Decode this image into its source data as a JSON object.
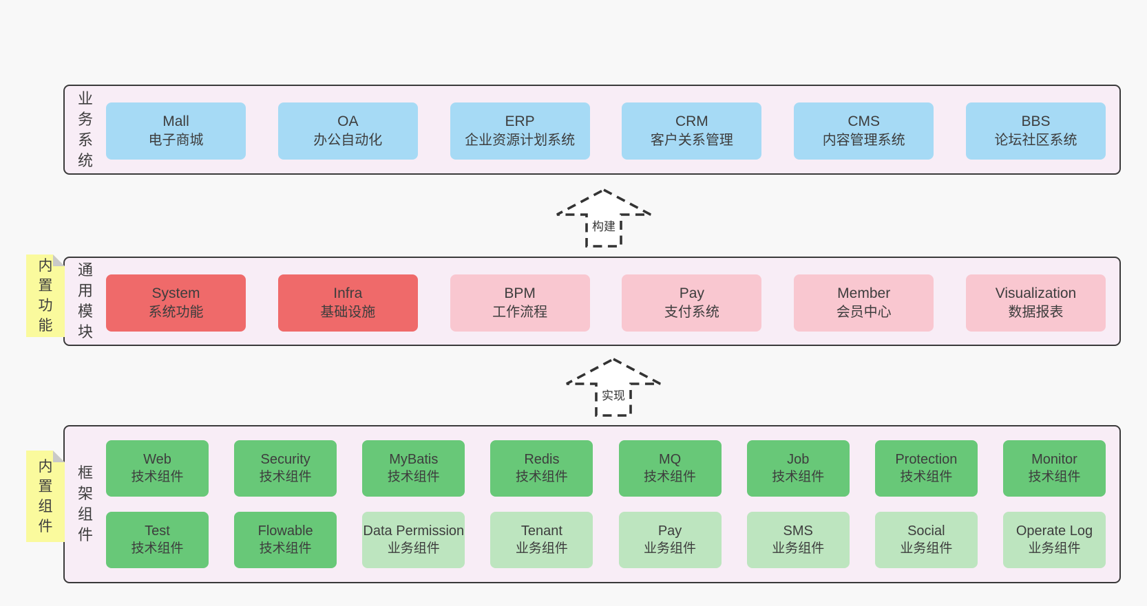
{
  "colors": {
    "page_bg": "#f8f8f8",
    "band_bg": "#f8edf6",
    "band_border": "#3a3a3a",
    "blue": "#a6daf5",
    "red": "#ef6a6a",
    "pink": "#f9c7d0",
    "green": "#68c878",
    "green_light": "#bde5bf",
    "note_bg": "#fafa9d",
    "note_fold": "#c9c9c9",
    "text": "#3d3d3d",
    "arrow": "#333333"
  },
  "arrows": {
    "build": "构建",
    "implement": "实现"
  },
  "sections": {
    "business": {
      "label": "业务系统",
      "boxes": [
        {
          "title": "Mall",
          "subtitle": "电子商城",
          "variant": "blue"
        },
        {
          "title": "OA",
          "subtitle": "办公自动化",
          "variant": "blue"
        },
        {
          "title": "ERP",
          "subtitle": "企业资源计划系统",
          "variant": "blue"
        },
        {
          "title": "CRM",
          "subtitle": "客户关系管理",
          "variant": "blue"
        },
        {
          "title": "CMS",
          "subtitle": "内容管理系统",
          "variant": "blue"
        },
        {
          "title": "BBS",
          "subtitle": "论坛社区系统",
          "variant": "blue"
        }
      ]
    },
    "modules": {
      "label": "通用模块",
      "note": "内置功能",
      "boxes": [
        {
          "title": "System",
          "subtitle": "系统功能",
          "variant": "red"
        },
        {
          "title": "Infra",
          "subtitle": "基础设施",
          "variant": "red"
        },
        {
          "title": "BPM",
          "subtitle": "工作流程",
          "variant": "pink"
        },
        {
          "title": "Pay",
          "subtitle": "支付系统",
          "variant": "pink"
        },
        {
          "title": "Member",
          "subtitle": "会员中心",
          "variant": "pink"
        },
        {
          "title": "Visualization",
          "subtitle": "数据报表",
          "variant": "pink"
        }
      ]
    },
    "components": {
      "label": "框架组件",
      "note": "内置组件",
      "rows": [
        [
          {
            "title": "Web",
            "subtitle": "技术组件",
            "variant": "green"
          },
          {
            "title": "Security",
            "subtitle": "技术组件",
            "variant": "green"
          },
          {
            "title": "MyBatis",
            "subtitle": "技术组件",
            "variant": "green"
          },
          {
            "title": "Redis",
            "subtitle": "技术组件",
            "variant": "green"
          },
          {
            "title": "MQ",
            "subtitle": "技术组件",
            "variant": "green"
          },
          {
            "title": "Job",
            "subtitle": "技术组件",
            "variant": "green"
          },
          {
            "title": "Protection",
            "subtitle": "技术组件",
            "variant": "green"
          },
          {
            "title": "Monitor",
            "subtitle": "技术组件",
            "variant": "green"
          }
        ],
        [
          {
            "title": "Test",
            "subtitle": "技术组件",
            "variant": "green"
          },
          {
            "title": "Flowable",
            "subtitle": "技术组件",
            "variant": "green"
          },
          {
            "title": "Data Permission",
            "subtitle": "业务组件",
            "variant": "green-light"
          },
          {
            "title": "Tenant",
            "subtitle": "业务组件",
            "variant": "green-light"
          },
          {
            "title": "Pay",
            "subtitle": "业务组件",
            "variant": "green-light"
          },
          {
            "title": "SMS",
            "subtitle": "业务组件",
            "variant": "green-light"
          },
          {
            "title": "Social",
            "subtitle": "业务组件",
            "variant": "green-light"
          },
          {
            "title": "Operate Log",
            "subtitle": "业务组件",
            "variant": "green-light"
          }
        ]
      ]
    }
  }
}
